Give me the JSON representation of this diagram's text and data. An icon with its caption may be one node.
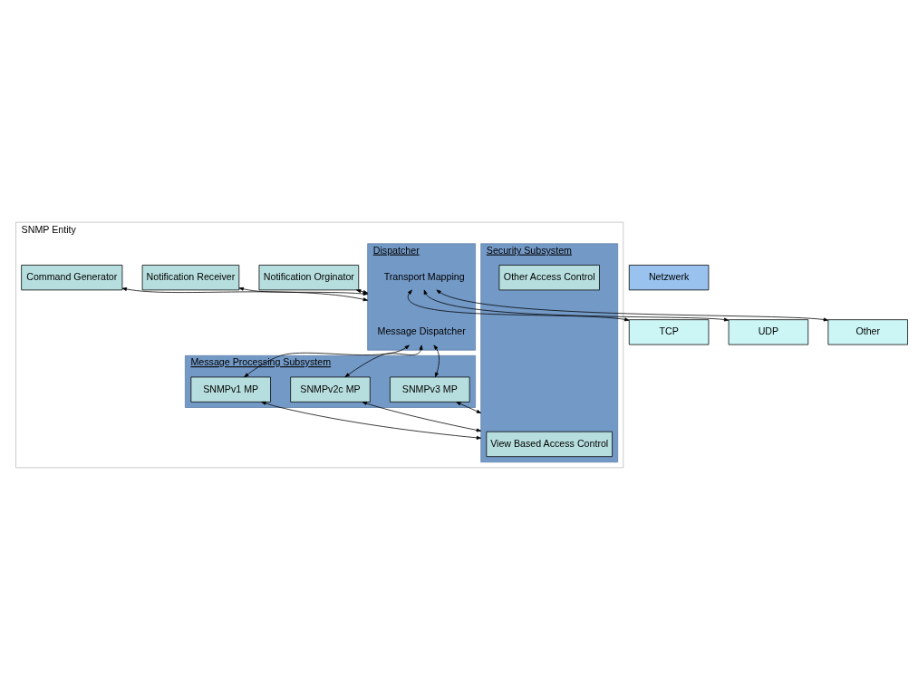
{
  "diagram": {
    "nodes": [
      {
        "text": [
          "SNMP Entity"
        ]
      },
      {
        "text": [
          "Command Generator"
        ],
        "in": 0
      },
      {
        "text": [
          "Notification Receiver"
        ],
        "in": 0
      },
      {
        "text": [
          "Notification Orginator"
        ],
        "in": 0
      },
      {
        "text": [
          "Dispatcher"
        ],
        "in": 0
      },
      {
        "text": [
          "Message Dispatcher"
        ],
        "in": 4
      },
      {
        "text": [
          "Transport Mapping"
        ],
        "in": 4
      },
      {
        "text": [
          "Message Processing Subsystem"
        ],
        "in": 0
      },
      {
        "text": [
          "SNMPv1 MP"
        ],
        "in": 7
      },
      {
        "text": [
          "SNMPv2c MP"
        ],
        "in": 7
      },
      {
        "text": [
          "SNMPv3 MP"
        ],
        "in": 7
      },
      {
        "text": [
          "Security Subsystem"
        ],
        "in": 0
      },
      {
        "text": [
          "View Based Access Control"
        ],
        "in": 11
      },
      {
        "text": [
          "Other Access Control"
        ],
        "in": 11
      },
      {
        "text": [
          "TCP"
        ]
      },
      {
        "text": [
          "UDP"
        ]
      },
      {
        "text": [
          "Other"
        ]
      },
      {
        "text": [
          "Netzwerk"
        ]
      }
    ],
    "edges": [
      {
        "from": 1,
        "to": 4,
        "arrow": "both"
      },
      {
        "from": 2,
        "to": 4,
        "arrow": "both"
      },
      {
        "from": 3,
        "to": 4,
        "arrow": "both"
      },
      {
        "from": 5,
        "to": 8,
        "arrow": "both"
      },
      {
        "from": 5,
        "to": 9,
        "arrow": "both"
      },
      {
        "from": 5,
        "to": 10,
        "arrow": "both"
      },
      {
        "from": 8,
        "to": 11,
        "arrow": "both"
      },
      {
        "from": 9,
        "to": 11,
        "arrow": "both"
      },
      {
        "from": 10,
        "to": 11,
        "arrow": "both"
      },
      {
        "from": 6,
        "to": 14,
        "arrow": "both"
      },
      {
        "from": 6,
        "to": 15,
        "arrow": "both"
      },
      {
        "from": 6,
        "to": 16,
        "arrow": "both"
      }
    ]
  }
}
